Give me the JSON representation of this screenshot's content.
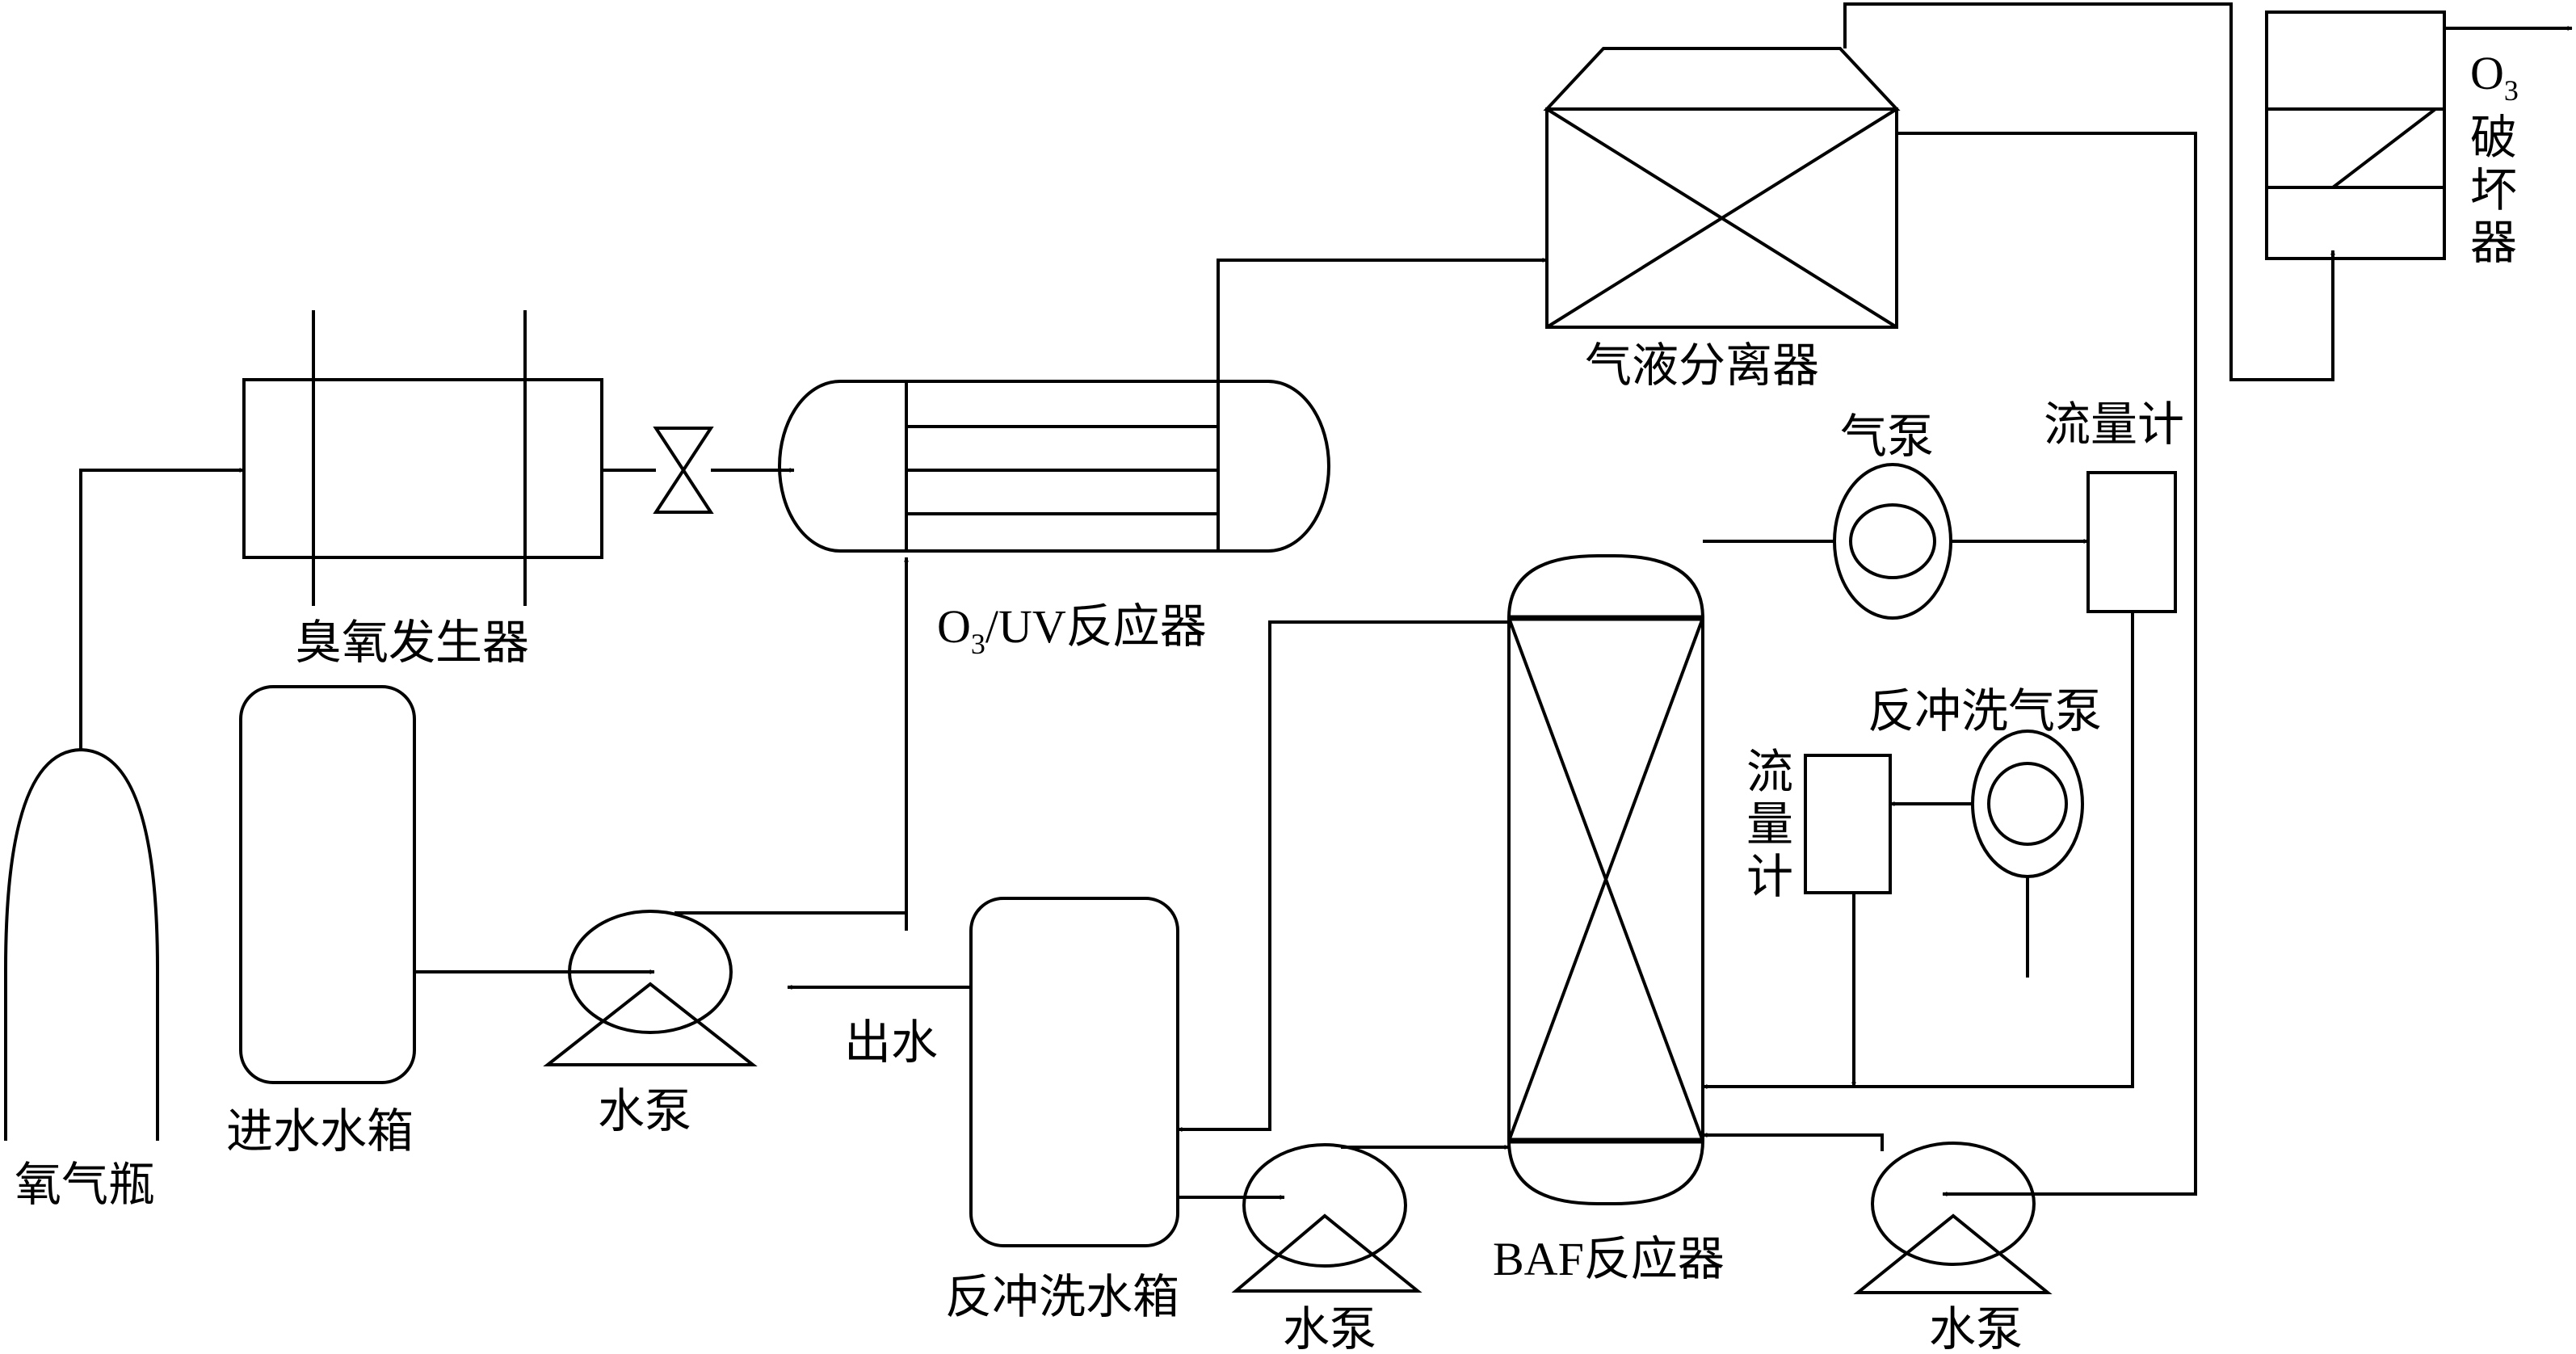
{
  "labels": {
    "oxygen_cylinder": "氧气瓶",
    "ozone_generator": "臭氧发生器",
    "o3uv_reactor_o": "O",
    "o3uv_reactor_sub": "3",
    "o3uv_reactor_rest": "/UV反应器",
    "gas_liquid_separator": "气液分离器",
    "o3_destructor_o": "O",
    "o3_destructor_sub": "3",
    "o3_destructor_c1": "破",
    "o3_destructor_c2": "坏",
    "o3_destructor_c3": "器",
    "air_pump": "气泵",
    "flowmeter_top": "流量计",
    "backwash_air_pump": "反冲洗气泵",
    "flowmeter_side_c1": "流",
    "flowmeter_side_c2": "量",
    "flowmeter_side_c3": "计",
    "feed_tank": "进水水箱",
    "water_pump_1": "水泵",
    "effluent": "出水",
    "backwash_tank": "反冲洗水箱",
    "water_pump_2": "水泵",
    "baf_reactor": "BAF反应器",
    "water_pump_3": "水泵"
  }
}
